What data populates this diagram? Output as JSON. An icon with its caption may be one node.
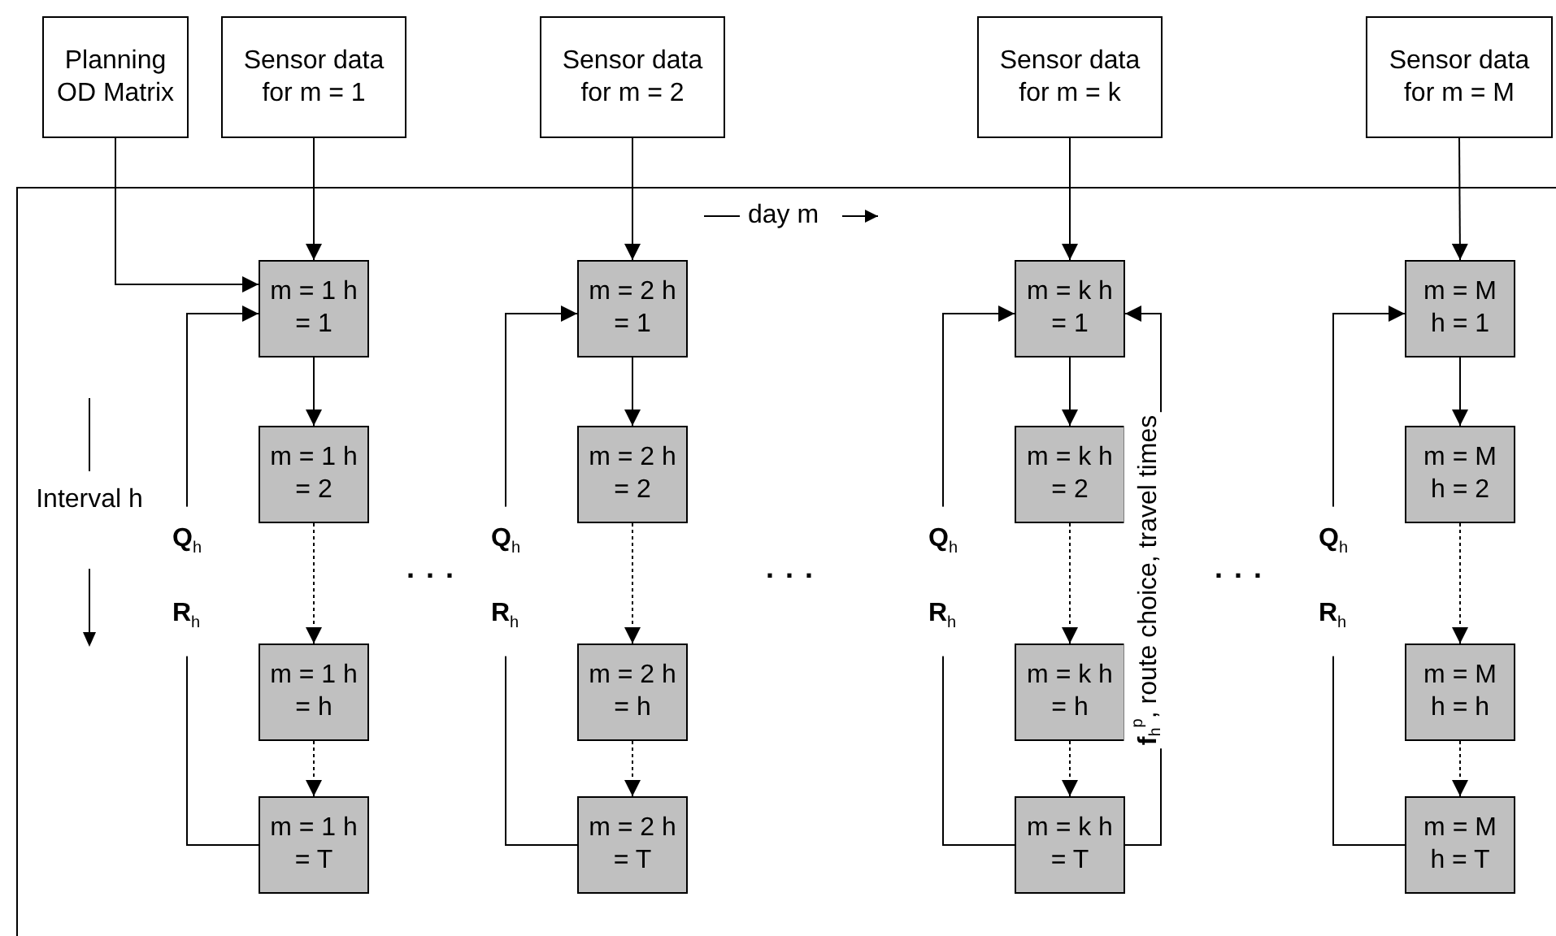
{
  "diagram": {
    "nodes": [
      {
        "text": [
          "Planning OD Matrix"
        ]
      },
      {
        "text": [
          "Sensor data for m = 1"
        ]
      },
      {
        "text": [
          "Sensor data for m = 2"
        ]
      },
      {
        "text": [
          "Sensor data for m = k"
        ]
      },
      {
        "text": [
          "Sensor data for m = M"
        ]
      },
      {
        "text": [
          "m = 1 h = 1"
        ]
      },
      {
        "text": [
          "m = 1 h = 2"
        ]
      },
      {
        "text": [
          "m = 1 h = h"
        ]
      },
      {
        "text": [
          "m = 1 h = T"
        ]
      },
      {
        "text": [
          "m = 2 h = 1"
        ]
      },
      {
        "text": [
          "m = 2 h = 2"
        ]
      },
      {
        "text": [
          "m = 2 h = h"
        ]
      },
      {
        "text": [
          "m = 2 h = T"
        ]
      },
      {
        "text": [
          "m = k h = 1"
        ]
      },
      {
        "text": [
          "m = k h = 2"
        ]
      },
      {
        "text": [
          "m = k h = h"
        ]
      },
      {
        "text": [
          "m = k h = T"
        ]
      },
      {
        "text": [
          "m = M h = 1"
        ]
      },
      {
        "text": [
          "m = M h = 2"
        ]
      },
      {
        "text": [
          "m = M h = h"
        ]
      },
      {
        "text": [
          "m = M h = T"
        ]
      }
    ],
    "edges": [
      {
        "from": 0,
        "to": 5,
        "arrow": "to"
      },
      {
        "from": 1,
        "to": 5,
        "arrow": "to"
      },
      {
        "from": 2,
        "to": 9,
        "arrow": "to"
      },
      {
        "from": 3,
        "to": 13,
        "arrow": "to"
      },
      {
        "from": 4,
        "to": 17,
        "arrow": "to"
      },
      {
        "from": 5,
        "to": 6,
        "arrow": "to"
      },
      {
        "from": 6,
        "to": 7,
        "arrow": "to",
        "style": "dashed"
      },
      {
        "from": 7,
        "to": 8,
        "arrow": "to",
        "style": "dashed"
      },
      {
        "from": 8,
        "to": 5,
        "arrow": "to",
        "label": "**Q**$_{h}$ **R**$_{h}$"
      },
      {
        "from": 9,
        "to": 10,
        "arrow": "to"
      },
      {
        "from": 10,
        "to": 11,
        "arrow": "to",
        "style": "dashed"
      },
      {
        "from": 11,
        "to": 12,
        "arrow": "to",
        "style": "dashed"
      },
      {
        "from": 12,
        "to": 9,
        "arrow": "to",
        "label": "**Q**$_{h}$ **R**$_{h}$"
      },
      {
        "from": 13,
        "to": 14,
        "arrow": "to"
      },
      {
        "from": 14,
        "to": 15,
        "arrow": "to",
        "style": "dashed"
      },
      {
        "from": 15,
        "to": 16,
        "arrow": "to",
        "style": "dashed"
      },
      {
        "from": 16,
        "to": 13,
        "arrow": "to",
        "label": "**Q**$_{h}$ **R**$_{h}$"
      },
      {
        "from": 16,
        "to": 13,
        "arrow": "to",
        "label": "**f**$_{h}$$^{p}$, route choice, travel times"
      },
      {
        "from": 17,
        "to": 18,
        "arrow": "to"
      },
      {
        "from": 18,
        "to": 19,
        "arrow": "to",
        "style": "dashed"
      },
      {
        "from": 19,
        "to": 20,
        "arrow": "to",
        "style": "dashed"
      },
      {
        "from": 20,
        "to": 17,
        "arrow": "to",
        "label": "**Q**$_{h}$ **R**$_{h}$"
      }
    ],
    "labels": [
      "day m",
      "Interval h",
      ". . .",
      ". . .",
      ". . ."
    ]
  }
}
